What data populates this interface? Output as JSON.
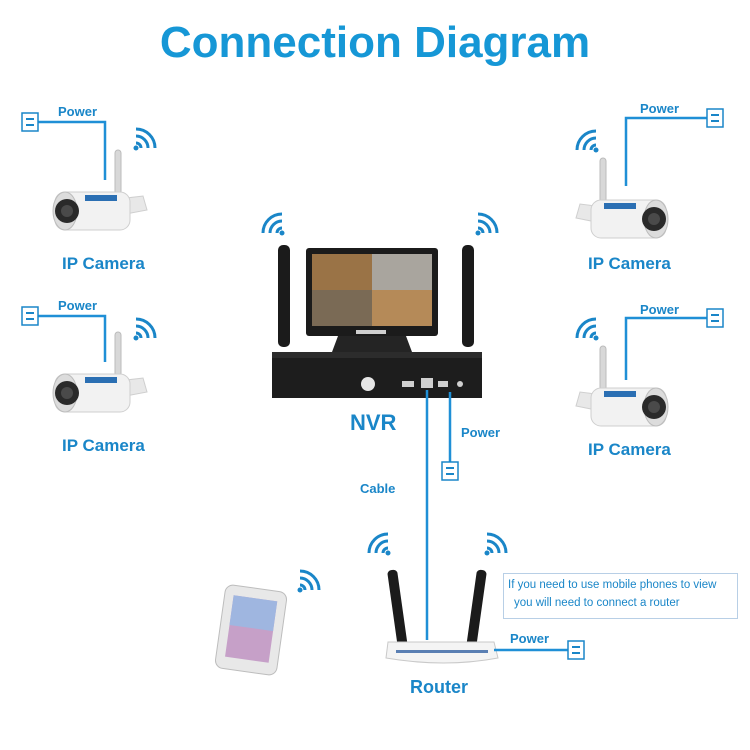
{
  "title": "Connection Diagram",
  "cameras": [
    {
      "label": "IP Camera",
      "power_label": "Power"
    },
    {
      "label": "IP Camera",
      "power_label": "Power"
    },
    {
      "label": "IP Camera",
      "power_label": "Power"
    },
    {
      "label": "IP Camera",
      "power_label": "Power"
    }
  ],
  "nvr": {
    "label": "NVR",
    "power_label": "Power"
  },
  "cable_label": "Cable",
  "router": {
    "label": "Router",
    "power_label": "Power"
  },
  "note": {
    "line1": "If you need to use mobile phones to view",
    "line2": "you will need to connect a router"
  },
  "colors": {
    "accent": "#1697d6",
    "line": "#1f8fd6",
    "device": "#1b1b1b"
  },
  "icons": [
    "wifi-icon",
    "power-plug-icon",
    "ip-camera-icon",
    "nvr-icon",
    "router-icon",
    "smartphone-icon"
  ]
}
